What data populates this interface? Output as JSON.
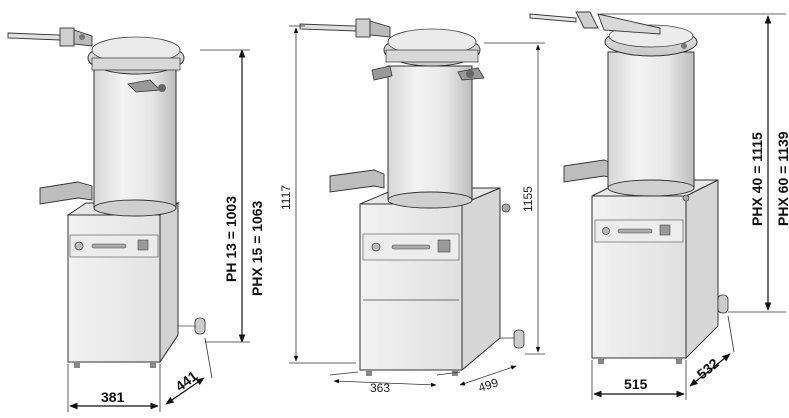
{
  "machines": [
    {
      "id": "ph13-phx15",
      "height_labels": [
        "PH 13 = 1003",
        "PHX 15 = 1063"
      ],
      "width_label": "381",
      "depth_label": "441"
    },
    {
      "id": "middle",
      "height_left_label": "1117",
      "height_right_label": "1155",
      "width_label": "363",
      "depth_label": "499"
    },
    {
      "id": "phx40-phx60",
      "height_labels": [
        "PHX 40 = 1115",
        "PHX 60 = 1139"
      ],
      "width_label": "515",
      "depth_label": "532"
    }
  ],
  "colors": {
    "line": "#333333",
    "shade_light": "#e9e9e9",
    "shade_mid": "#cfcfcf",
    "shade_dark": "#9a9a9a"
  }
}
